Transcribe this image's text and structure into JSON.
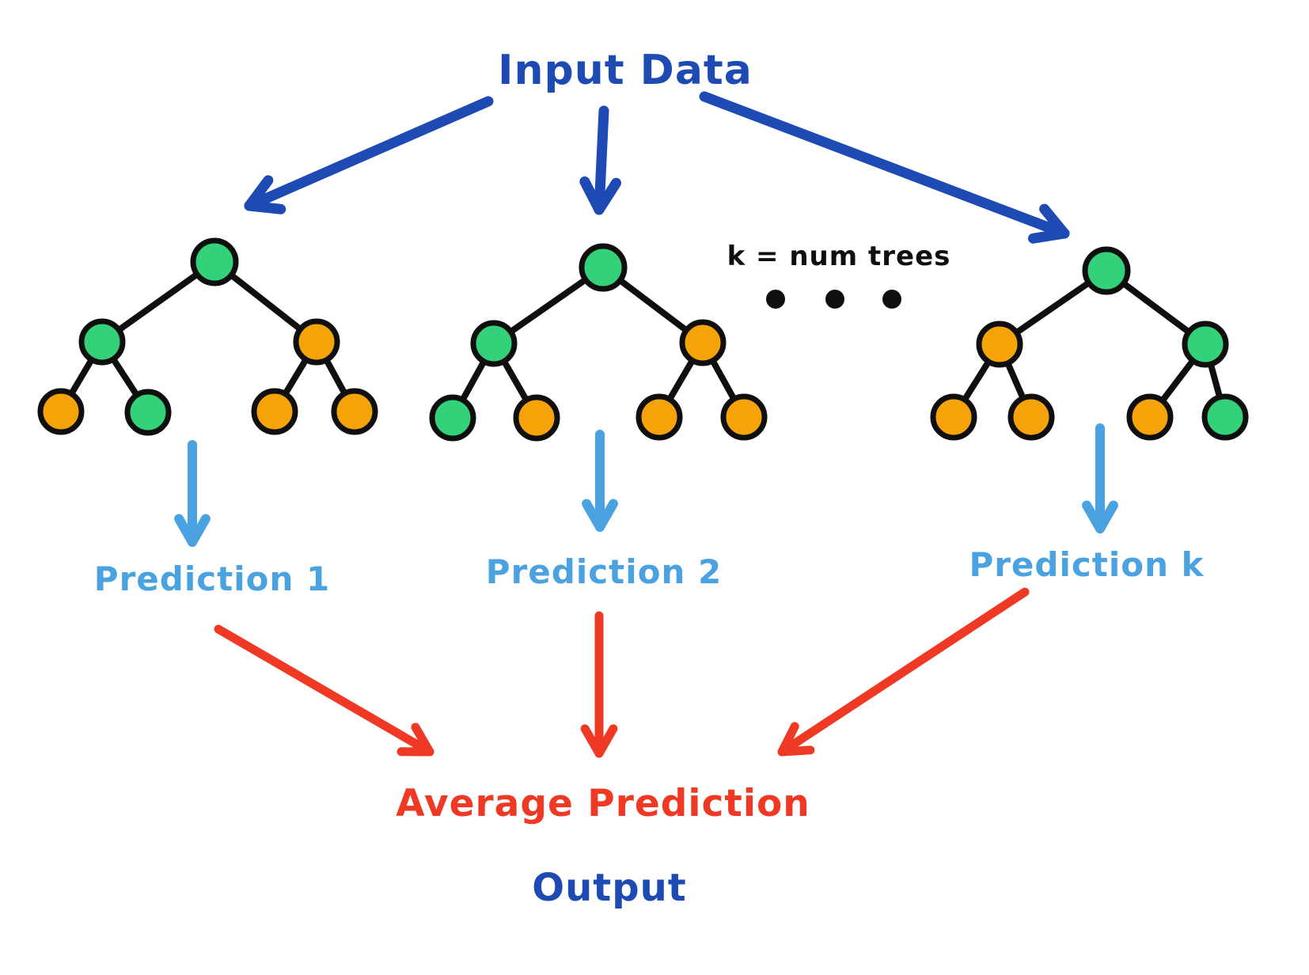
{
  "title": "Input Data",
  "note": "k = num trees",
  "predictions": [
    "Prediction 1",
    "Prediction 2",
    "Prediction k"
  ],
  "average_label": "Average Prediction",
  "output_label": "Output",
  "colors": {
    "dark_blue": "#1e4ab4",
    "light_blue": "#4aa2e0",
    "red": "#f03925",
    "green": "#33d17a",
    "orange": "#f6a30a",
    "node_stroke": "#0f0f0f"
  },
  "trees": [
    {
      "name": "tree-1",
      "node_colors": [
        "green",
        "green",
        "orange",
        "orange",
        "green",
        "orange",
        "orange"
      ]
    },
    {
      "name": "tree-2",
      "node_colors": [
        "green",
        "green",
        "orange",
        "green",
        "orange",
        "orange",
        "orange"
      ]
    },
    {
      "name": "tree-3",
      "node_colors": [
        "green",
        "orange",
        "green",
        "orange",
        "orange",
        "orange",
        "green"
      ]
    }
  ]
}
